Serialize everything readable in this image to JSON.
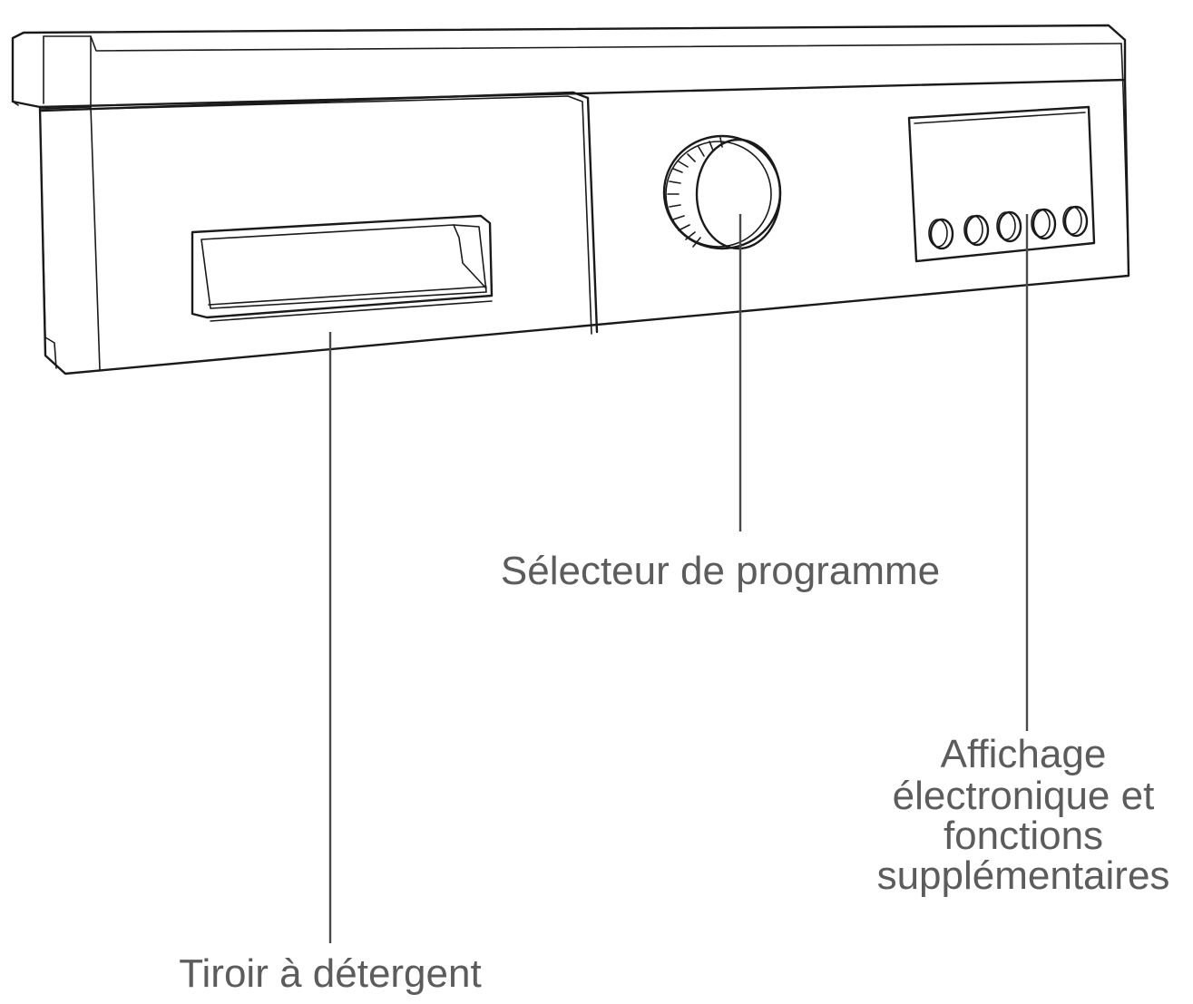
{
  "labels": {
    "detergent_drawer": "Tiroir à détergent",
    "program_selector": "Sélecteur de programme",
    "display": [
      "Affichage",
      "électronique et",
      "fonctions",
      "supplémentaires"
    ]
  },
  "colors": {
    "outline": "#1a1a1a",
    "label_text": "#5c5c5c",
    "leader_line": "#4a4a4a"
  }
}
